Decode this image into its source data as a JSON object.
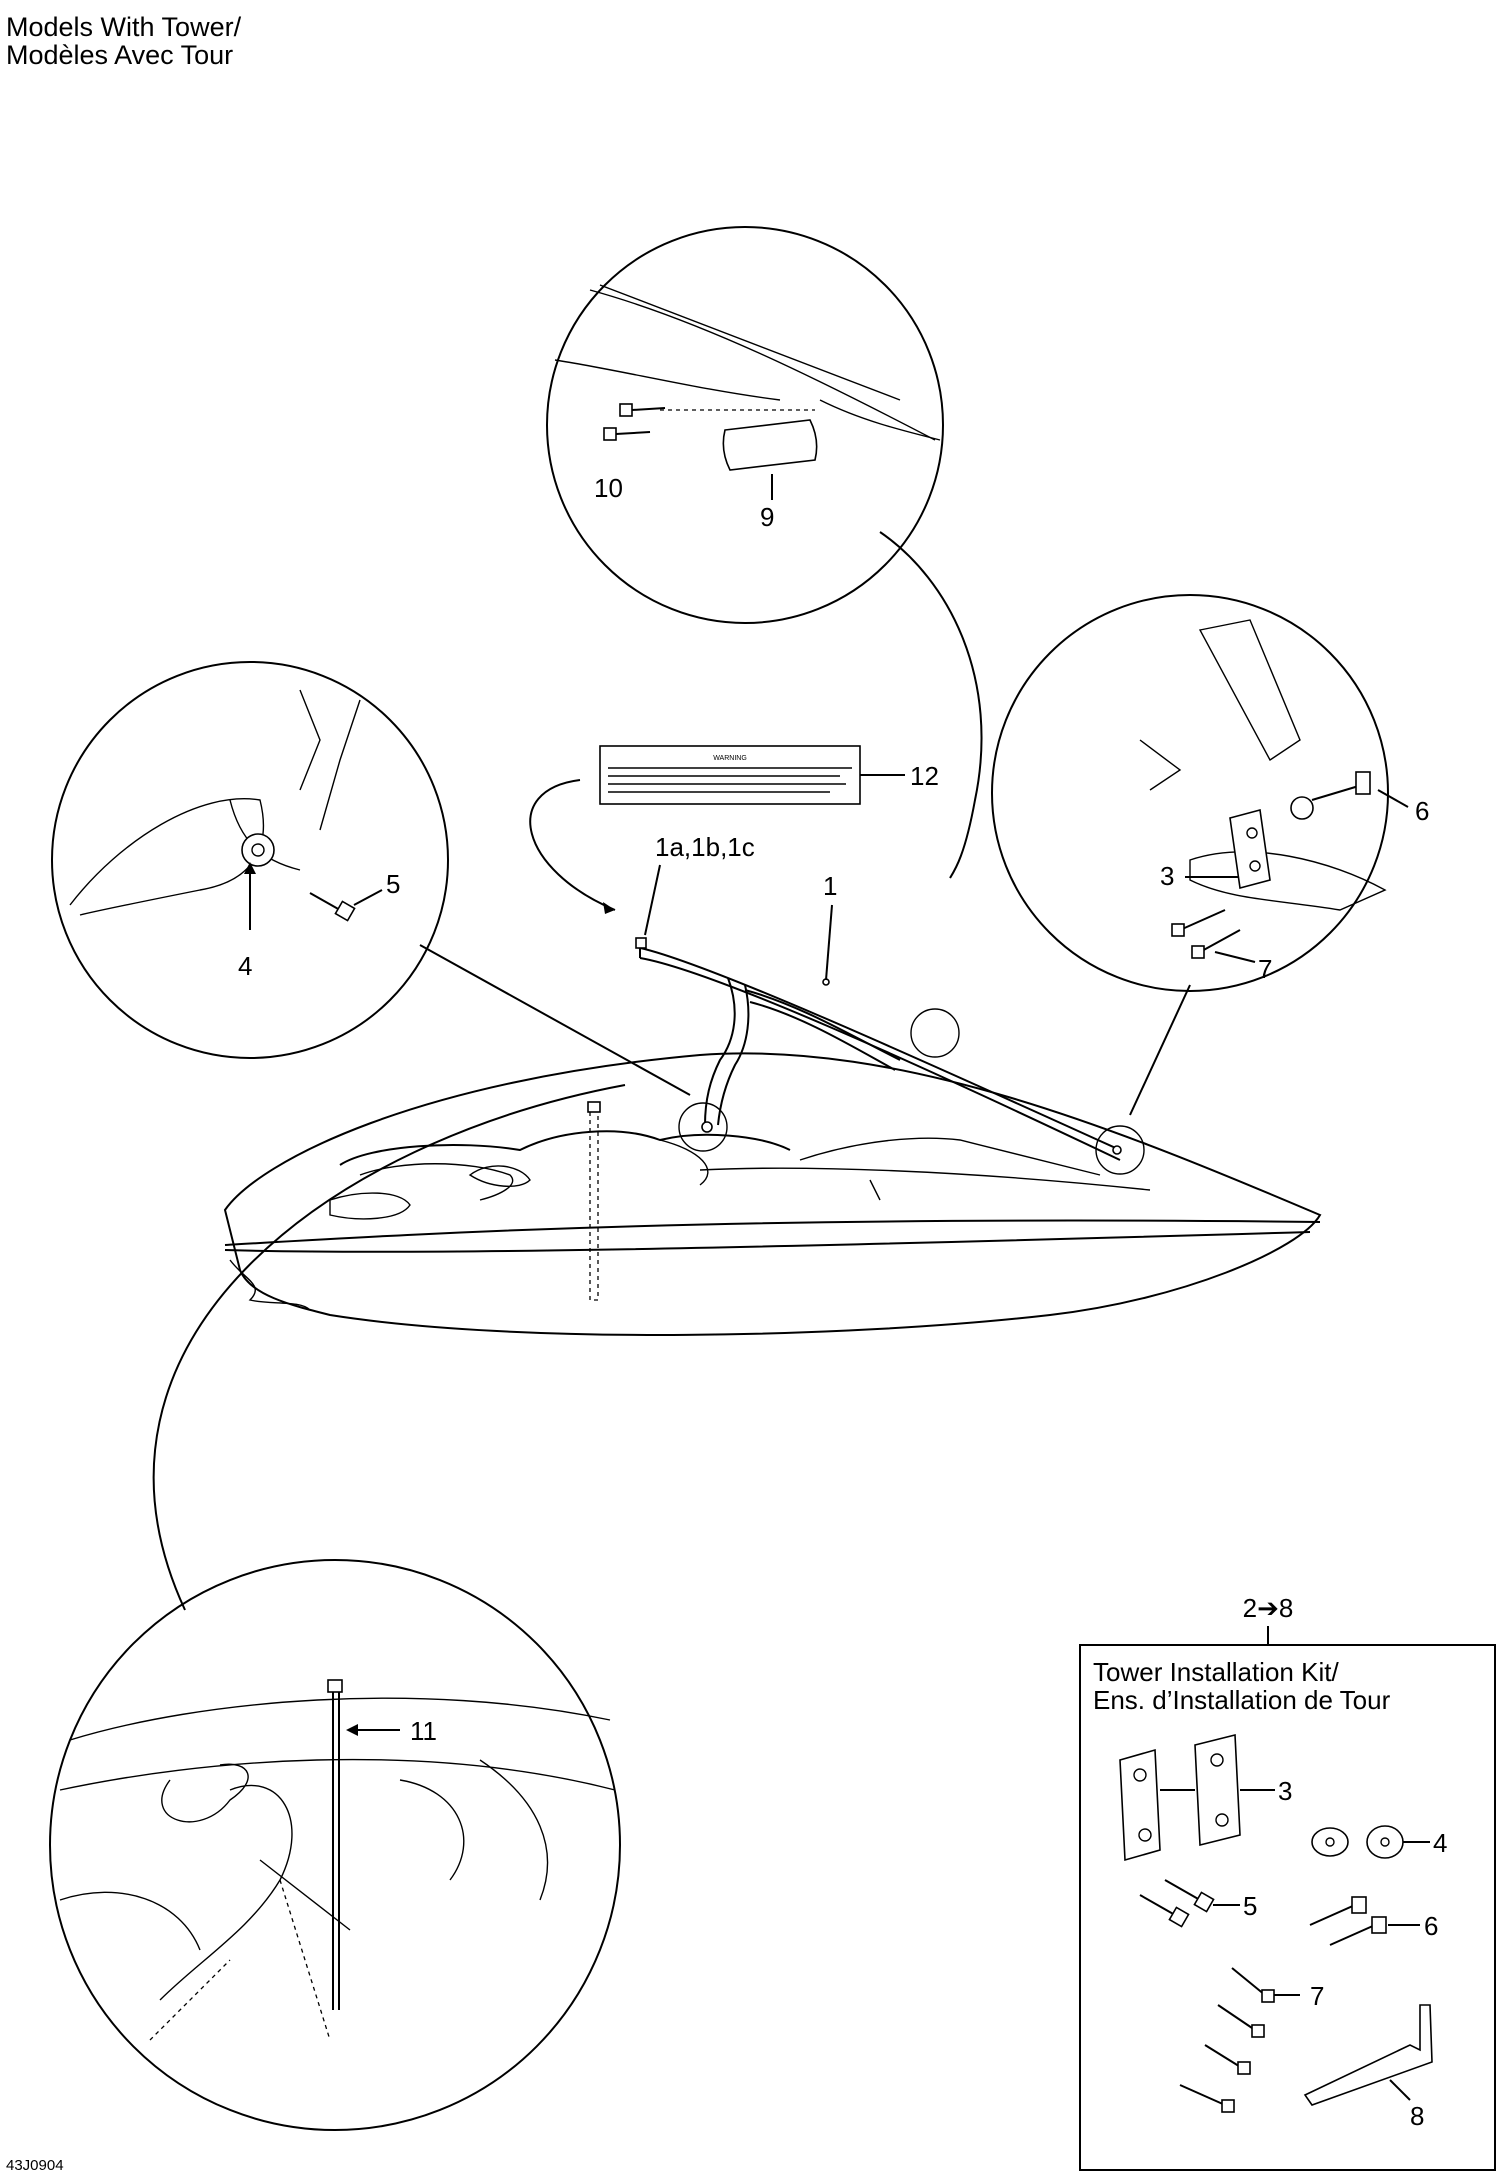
{
  "title": {
    "line1": "Models With Tower/",
    "line2": "Modèles Avec Tour"
  },
  "diagram_code": "43J0904",
  "callouts": {
    "c1": "1",
    "c1abc": "1a,1b,1c",
    "c3": "3",
    "c4": "4",
    "c5": "5",
    "c6": "6",
    "c7": "7",
    "c9": "9",
    "c10": "10",
    "c11": "11",
    "c12": "12"
  },
  "kit": {
    "range": "2➔8",
    "title_line1": "Tower Installation Kit/",
    "title_line2": "Ens. d’Installation de Tour",
    "items": {
      "i3": "3",
      "i4": "4",
      "i5": "5",
      "i6": "6",
      "i7": "7",
      "i8": "8"
    }
  },
  "warning_label": {
    "heading": "WARNING"
  }
}
